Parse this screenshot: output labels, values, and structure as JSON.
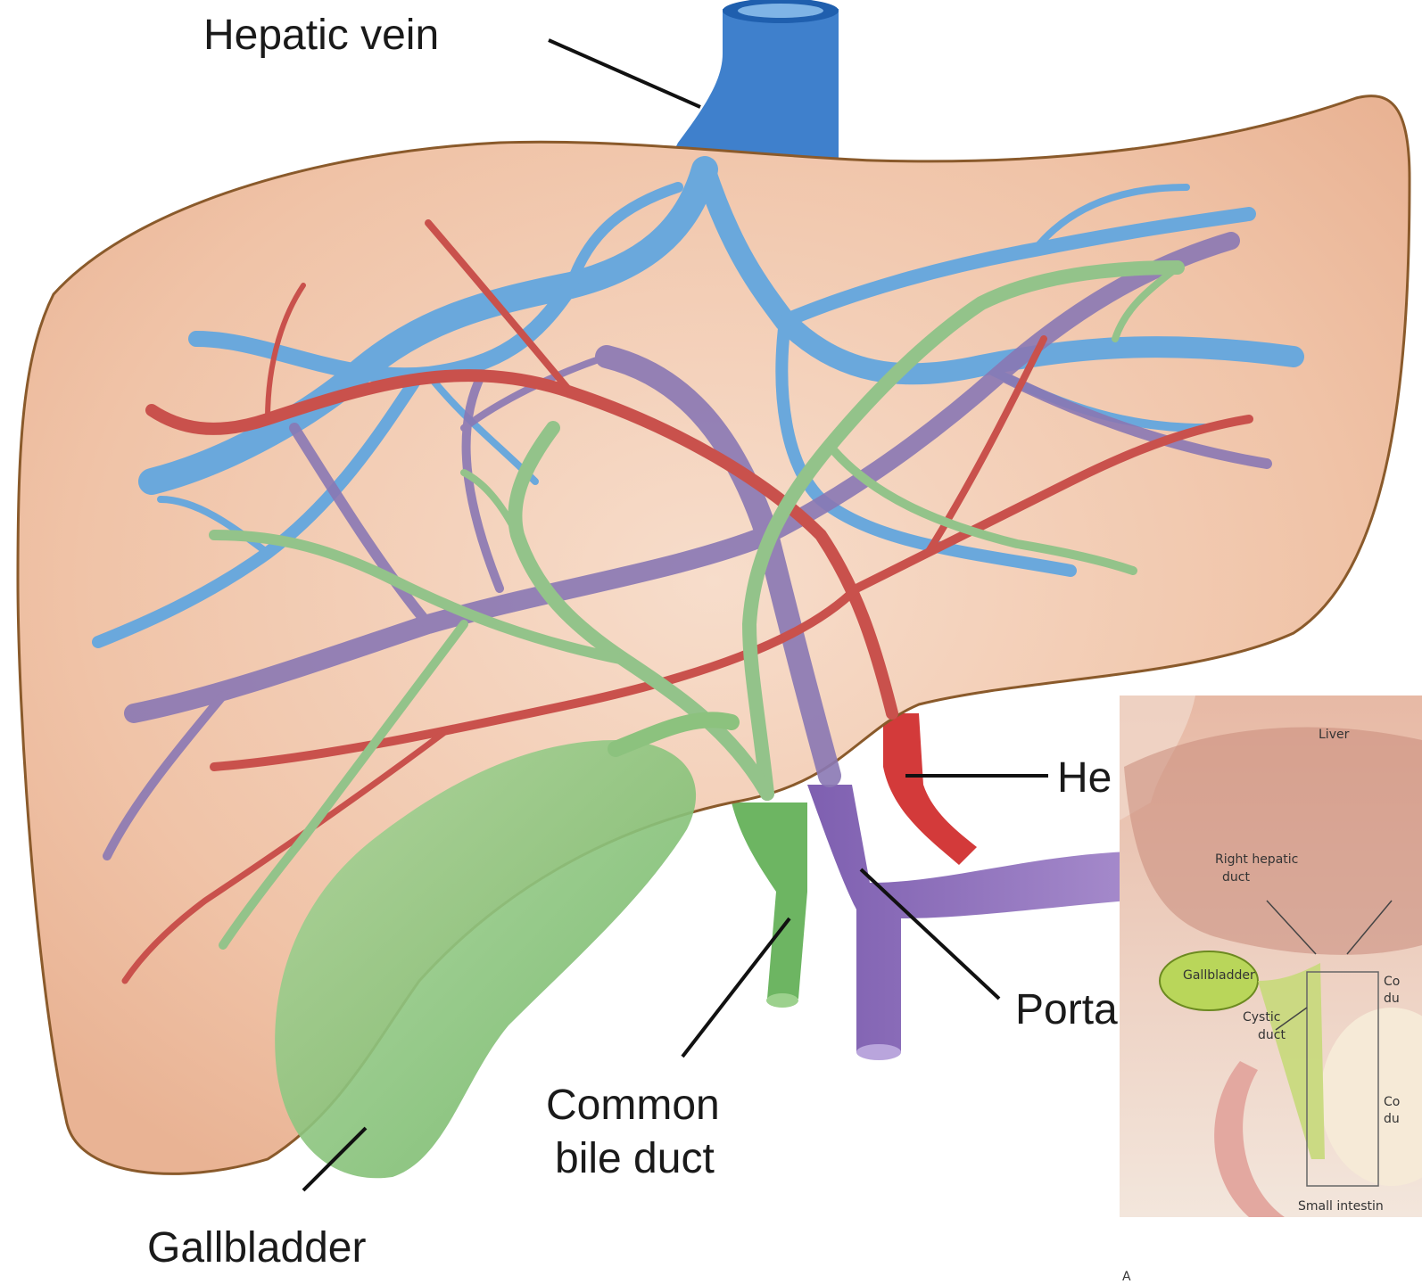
{
  "main_figure": {
    "labels": {
      "hepatic_vein": "Hepatic vein",
      "hepatic_artery_partial": "He",
      "portal_vein_partial": "Porta",
      "common_bile_duct_line1": "Common",
      "common_bile_duct_line2": "bile duct",
      "gallbladder": "Gallbladder"
    },
    "colors": {
      "liver": "#f2c9ae",
      "liver_outline": "#8a5a2b",
      "hepatic_vein": "#6aa8dc",
      "hepatic_artery": "#c9514c",
      "portal_vein": "#8a78b4",
      "bile_duct": "#93c38a",
      "gallbladder": "#8fc47f"
    }
  },
  "inset_figure": {
    "labels": {
      "liver": "Liver",
      "right_hepatic_duct_line1": "Right hepatic",
      "right_hepatic_duct_line2": "duct",
      "gallbladder": "Gallbladder",
      "cystic_duct_line1": "Cystic",
      "cystic_duct_line2": "duct",
      "common_partial_1_line1": "Co",
      "common_partial_1_line2": "du",
      "common_partial_2_line1": "Co",
      "common_partial_2_line2": "du",
      "small_intestine_partial": "Small intestin",
      "panel_letter": "A"
    }
  }
}
